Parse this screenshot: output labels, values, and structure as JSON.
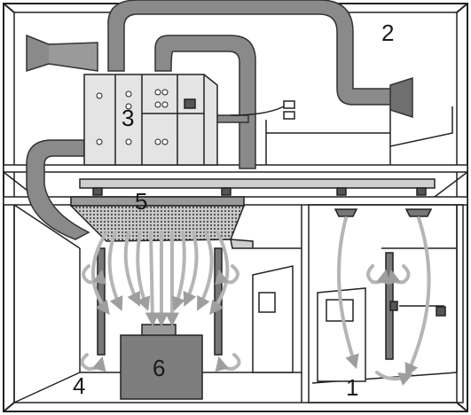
{
  "labels": {
    "room_1": "1",
    "attic_2": "2",
    "air_unit_3": "3",
    "diffuser_5": "5",
    "room_4": "4",
    "equipment_6": "6"
  },
  "colors": {
    "duct": "#8a8a8a",
    "duct_dark": "#555555",
    "unit": "#e4e4e4",
    "equipment": "#7d7d7d",
    "diffuser": "#9a9a9a",
    "arrow": "#b5b5b5",
    "line": "#222222"
  }
}
